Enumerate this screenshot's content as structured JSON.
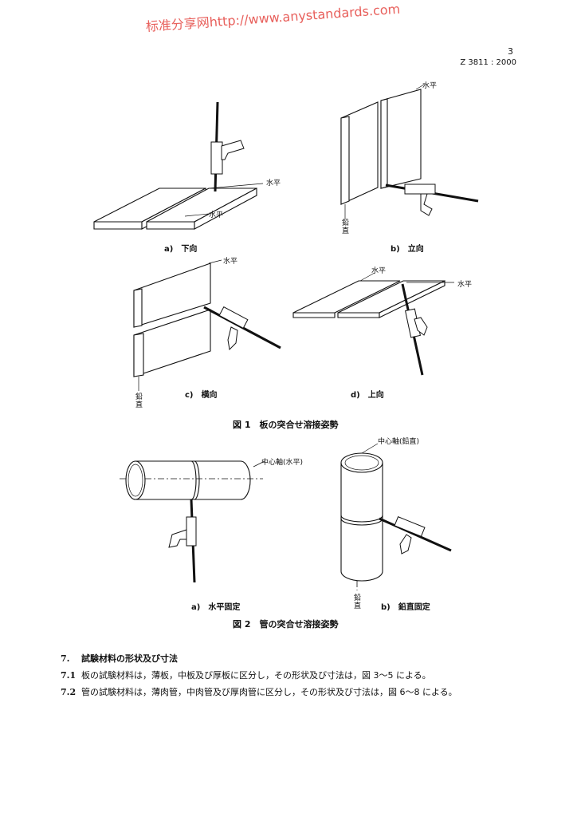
{
  "header": {
    "watermark": "标准分享网http://www.anystandards.com",
    "page_number": "3",
    "standard_number": "Z 3811 : 2000"
  },
  "figure1": {
    "title": "図 1　板の突合せ溶接姿勢",
    "a": {
      "caption": "a)　下向",
      "label_horizontal_1": "水平",
      "label_horizontal_2": "水平"
    },
    "b": {
      "caption": "b)　立向",
      "label_horizontal": "水平",
      "label_vertical_1": "鉛",
      "label_vertical_2": "直"
    },
    "c": {
      "caption": "c)　横向",
      "label_horizontal": "水平",
      "label_vertical_1": "鉛",
      "label_vertical_2": "直"
    },
    "d": {
      "caption": "d)　上向",
      "label_horizontal_1": "水平",
      "label_horizontal_2": "水平"
    }
  },
  "figure2": {
    "title": "図 2　管の突合せ溶接姿勢",
    "a": {
      "caption": "a)　水平固定",
      "label_axis": "中心軸(水平)"
    },
    "b": {
      "caption": "b)　鉛直固定",
      "label_axis": "中心軸(鉛直)",
      "label_vertical_1": "鉛",
      "label_vertical_2": "直"
    }
  },
  "section7": {
    "heading_num": "7.",
    "heading": "試験材料の形状及び寸法",
    "items": [
      {
        "num": "7.1",
        "text": "板の試験材料は，薄板，中板及び厚板に区分し，その形状及び寸法は，図 3～5 による。"
      },
      {
        "num": "7.2",
        "text": "管の試験材料は，薄肉管，中肉管及び厚肉管に区分し，その形状及び寸法は，図 6～8 による。"
      }
    ]
  }
}
